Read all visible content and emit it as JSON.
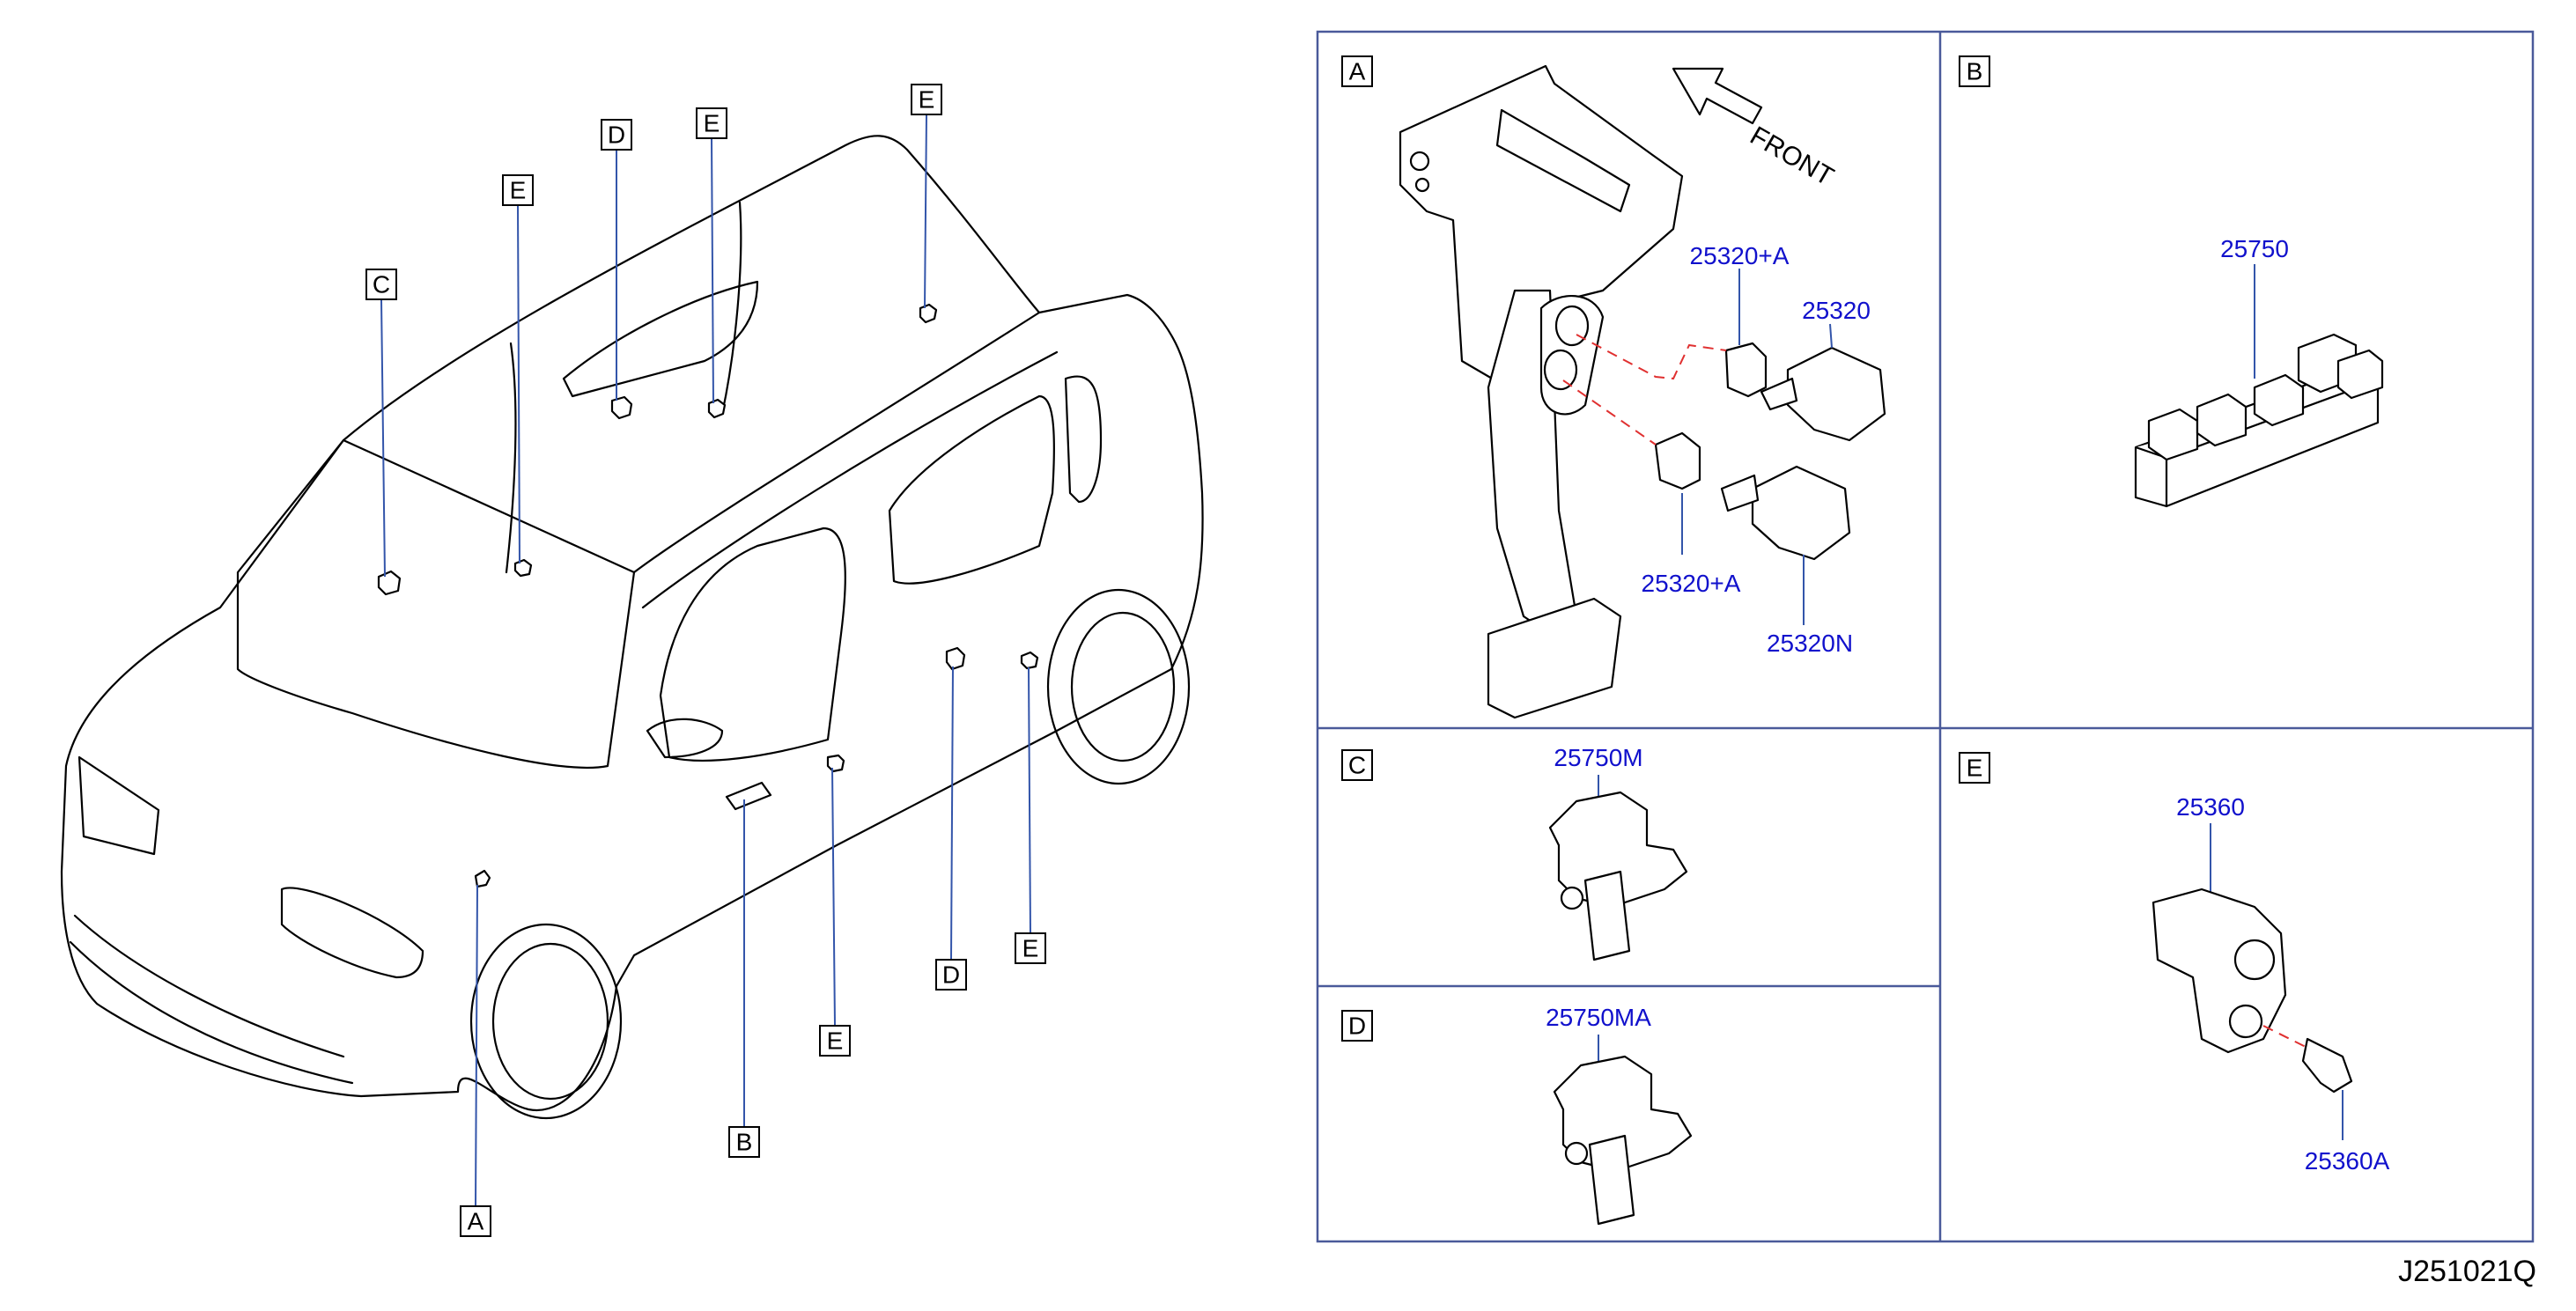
{
  "diagram_id": "J251021Q",
  "overview_callouts": [
    "C",
    "E",
    "D",
    "E",
    "E",
    "B",
    "A",
    "E",
    "D",
    "E"
  ],
  "panels": {
    "A": {
      "letter": "A",
      "front_label": "FRONT",
      "parts": [
        "25320+A",
        "25320",
        "25320+A",
        "25320N"
      ]
    },
    "B": {
      "letter": "B",
      "parts": [
        "25750"
      ]
    },
    "C": {
      "letter": "C",
      "parts": [
        "25750M"
      ]
    },
    "D": {
      "letter": "D",
      "parts": [
        "25750MA"
      ]
    },
    "E": {
      "letter": "E",
      "parts": [
        "25360",
        "25360A"
      ]
    }
  }
}
